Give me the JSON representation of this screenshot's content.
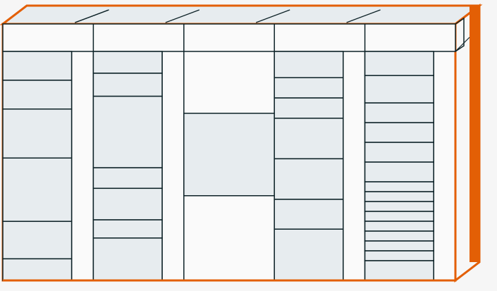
{
  "colors": {
    "background": "#f6f6f6",
    "panel": "#fafafa",
    "cell": "#e7ecef",
    "stroke": "#0d2227",
    "accent": "#e35f05",
    "side_face": "#f7f7f7",
    "top_face": "#e7ecef"
  },
  "structure": {
    "columns": [
      {
        "id": "col-1",
        "cells": [
          1,
          1,
          1.7,
          2.2,
          1.3,
          0.75
        ]
      },
      {
        "id": "col-2",
        "cells": [
          0.9,
          0.95,
          2.95,
          0.85,
          1.3,
          0.75,
          1.75
        ]
      },
      {
        "id": "col-3",
        "cells": [
          1
        ]
      },
      {
        "id": "col-4",
        "cells": [
          1.1,
          0.85,
          0.85,
          1.7,
          1.7,
          1.25,
          2.15
        ]
      },
      {
        "id": "col-5",
        "cells": [
          1.1,
          1.25,
          0.9,
          0.9,
          0.9,
          0.9,
          0.45,
          0.45,
          0.45,
          0.45,
          0.45,
          0.45,
          0.45,
          0.45,
          0.9
        ]
      }
    ],
    "special_middle_block": {
      "column": "col-3",
      "start_fraction": 0.27,
      "end_fraction": 0.63
    }
  }
}
